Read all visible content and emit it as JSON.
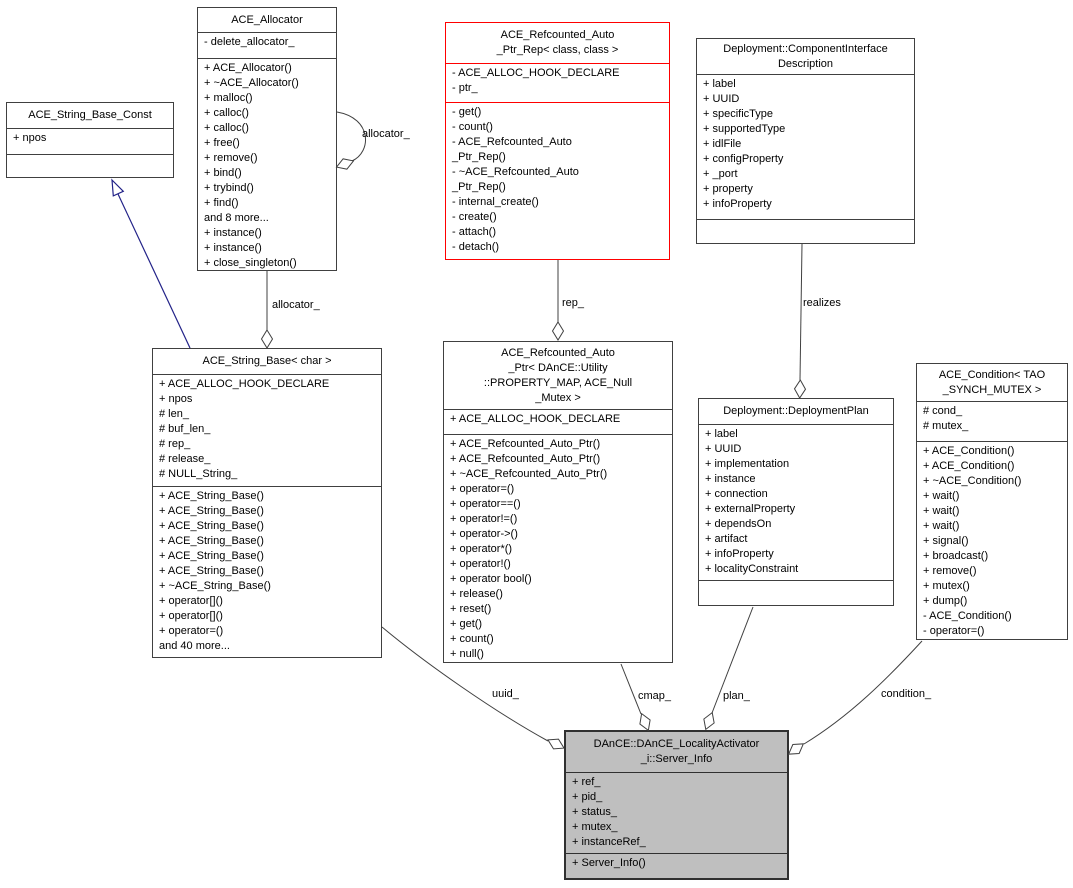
{
  "diagram": {
    "type": "uml-collaboration-diagram",
    "classes": {
      "ace_string_base_const": {
        "title_lines": [
          "ACE_String_Base_Const"
        ],
        "attributes": [
          "+ npos"
        ],
        "methods": []
      },
      "ace_allocator": {
        "title_lines": [
          "ACE_Allocator"
        ],
        "attributes": [
          "- delete_allocator_"
        ],
        "methods": [
          "+ ACE_Allocator()",
          "+ ~ACE_Allocator()",
          "+ malloc()",
          "+ calloc()",
          "+ calloc()",
          "+ free()",
          "+ remove()",
          "+ bind()",
          "+ trybind()",
          "+ find()",
          "and 8 more...",
          "+ instance()",
          "+ instance()",
          "+ close_singleton()"
        ]
      },
      "ace_refcounted_auto_ptr_rep": {
        "title_lines": [
          "ACE_Refcounted_Auto",
          "_Ptr_Rep< class, class >"
        ],
        "attributes": [
          "- ACE_ALLOC_HOOK_DECLARE",
          "- ptr_"
        ],
        "methods": [
          "- get()",
          "- count()",
          "- ACE_Refcounted_Auto",
          "_Ptr_Rep()",
          "- ~ACE_Refcounted_Auto",
          "_Ptr_Rep()",
          "- internal_create()",
          "- create()",
          "- attach()",
          "- detach()"
        ]
      },
      "component_interface_description": {
        "title_lines": [
          "Deployment::ComponentInterface",
          "Description"
        ],
        "attributes": [
          "+ label",
          "+ UUID",
          "+ specificType",
          "+ supportedType",
          "+ idlFile",
          "+ configProperty",
          "+ _port",
          "+ property",
          "+ infoProperty"
        ],
        "methods": []
      },
      "ace_string_base": {
        "title_lines": [
          "ACE_String_Base< char >"
        ],
        "attributes": [
          "+ ACE_ALLOC_HOOK_DECLARE",
          "+ npos",
          "# len_",
          "# buf_len_",
          "# rep_",
          "# release_",
          "# NULL_String_"
        ],
        "methods": [
          "+ ACE_String_Base()",
          "+ ACE_String_Base()",
          "+ ACE_String_Base()",
          "+ ACE_String_Base()",
          "+ ACE_String_Base()",
          "+ ACE_String_Base()",
          "+ ~ACE_String_Base()",
          "+ operator[]()",
          "+ operator[]()",
          "+ operator=()",
          "and 40 more..."
        ]
      },
      "ace_refcounted_auto_ptr": {
        "title_lines": [
          "ACE_Refcounted_Auto",
          "_Ptr< DAnCE::Utility",
          "::PROPERTY_MAP, ACE_Null",
          "_Mutex >"
        ],
        "attributes": [
          "+ ACE_ALLOC_HOOK_DECLARE"
        ],
        "methods": [
          "+ ACE_Refcounted_Auto_Ptr()",
          "+ ACE_Refcounted_Auto_Ptr()",
          "+ ~ACE_Refcounted_Auto_Ptr()",
          "+ operator=()",
          "+ operator==()",
          "+ operator!=()",
          "+ operator->()",
          "+ operator*()",
          "+ operator!()",
          "+ operator bool()",
          "+ release()",
          "+ reset()",
          "+ get()",
          "+ count()",
          "+ null()"
        ]
      },
      "deployment_plan": {
        "title_lines": [
          "Deployment::DeploymentPlan"
        ],
        "attributes": [
          "+ label",
          "+ UUID",
          "+ implementation",
          "+ instance",
          "+ connection",
          "+ externalProperty",
          "+ dependsOn",
          "+ artifact",
          "+ infoProperty",
          "+ localityConstraint"
        ],
        "methods": []
      },
      "ace_condition": {
        "title_lines": [
          "ACE_Condition< TAO",
          "_SYNCH_MUTEX >"
        ],
        "attributes": [
          "# cond_",
          "# mutex_"
        ],
        "methods": [
          "+ ACE_Condition()",
          "+ ACE_Condition()",
          "+ ~ACE_Condition()",
          "+ wait()",
          "+ wait()",
          "+ wait()",
          "+ signal()",
          "+ broadcast()",
          "+ remove()",
          "+ mutex()",
          "+ dump()",
          "- ACE_Condition()",
          "- operator=()"
        ]
      },
      "server_info": {
        "title_lines": [
          "DAnCE::DAnCE_LocalityActivator",
          "_i::Server_Info"
        ],
        "attributes": [
          "+ ref_",
          "+ pid_",
          "+ status_",
          "+ mutex_",
          "+ instanceRef_"
        ],
        "methods": [
          "+ Server_Info()"
        ]
      }
    },
    "edges": {
      "allocator_self": {
        "label": "allocator_",
        "type": "aggregation"
      },
      "allocator": {
        "label": "allocator_",
        "type": "aggregation"
      },
      "rep": {
        "label": "rep_",
        "type": "aggregation"
      },
      "realizes": {
        "label": "realizes",
        "type": "aggregation"
      },
      "uuid": {
        "label": "uuid_",
        "type": "aggregation"
      },
      "cmap": {
        "label": "cmap_",
        "type": "aggregation"
      },
      "plan": {
        "label": "plan_",
        "type": "aggregation"
      },
      "condition": {
        "label": "condition_",
        "type": "aggregation"
      },
      "inheritance": {
        "label": "",
        "type": "generalization"
      }
    },
    "colors": {
      "background": "#ffffff",
      "box_fill": "#ffffff",
      "box_border": "#404040",
      "highlight_box_border": "#ff0000",
      "focus_box_fill": "#bfbfbf",
      "edge": "#404040",
      "inheritance_edge": "#222288",
      "text": "#000000"
    }
  }
}
